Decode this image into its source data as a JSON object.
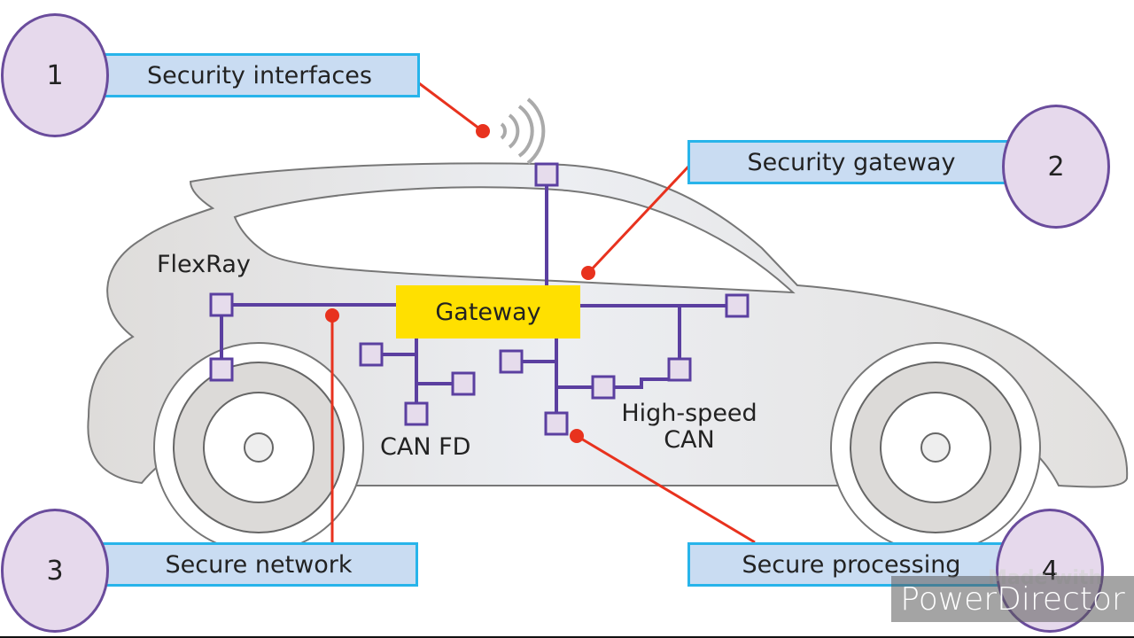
{
  "diagram": {
    "callouts": [
      {
        "number": "1",
        "label": "Security interfaces"
      },
      {
        "number": "2",
        "label": "Security gateway"
      },
      {
        "number": "3",
        "label": "Secure network"
      },
      {
        "number": "4",
        "label": "Secure processing"
      }
    ],
    "gateway_label": "Gateway",
    "bus_labels": {
      "flexray": "FlexRay",
      "can_fd": "CAN FD",
      "high_speed_can_line1": "High-speed",
      "high_speed_can_line2": "CAN"
    },
    "colors": {
      "callout_fill": "#c9dcf2",
      "callout_border": "#28b4ea",
      "badge_fill": "#e6d9ec",
      "badge_border": "#6a4c9c",
      "gateway_fill": "#ffe000",
      "bus_line": "#5b3fa0",
      "node_fill": "#e6dcec",
      "pointer_red": "#e8321e",
      "car_body": "#e4e2e0"
    }
  },
  "watermark": {
    "line1": "Made with",
    "line2": "PowerDirector"
  }
}
